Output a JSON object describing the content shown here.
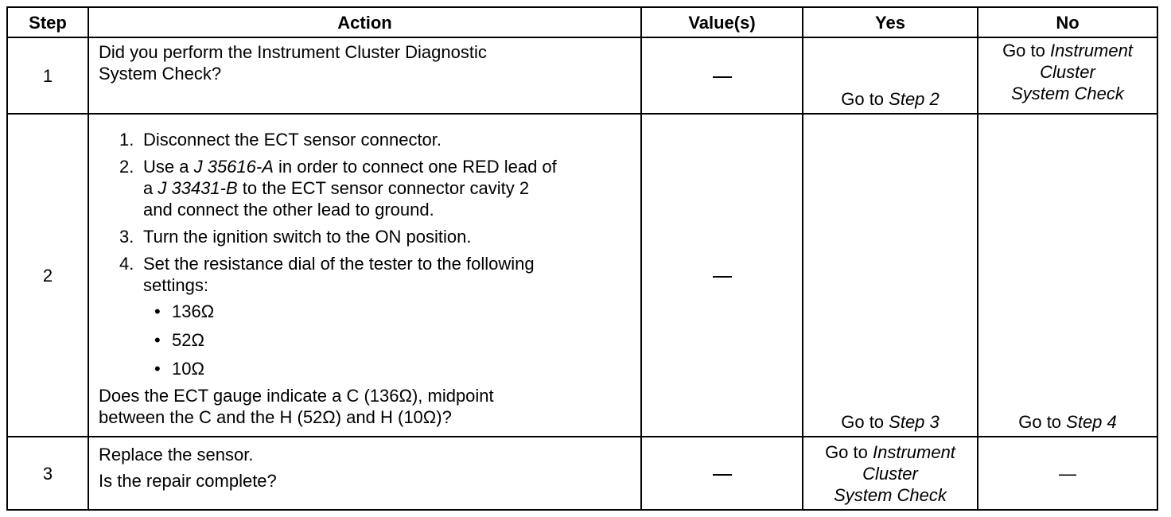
{
  "headers": {
    "step": "Step",
    "action": "Action",
    "values": "Value(s)",
    "yes": "Yes",
    "no": "No"
  },
  "rows": [
    {
      "step": "1",
      "action_line1": "Did you perform the Instrument Cluster Diagnostic",
      "action_line2": "System Check?",
      "value": "—",
      "yes_prefix": "Go to ",
      "yes_link": "Step 2",
      "no_prefix": "Go to ",
      "no_link_line1": "Instrument",
      "no_link_line2": "Cluster",
      "no_link_line3": "System Check"
    },
    {
      "step": "2",
      "substeps": [
        {
          "plain1": "Disconnect the ECT sensor connector."
        },
        {
          "a": "Use a ",
          "tool1": "J 35616-A",
          "b": " in order to connect one RED lead of",
          "c": "a ",
          "tool2": "J 33431-B",
          "d": " to the ECT sensor connector cavity 2",
          "e": "and connect the other lead to ground."
        },
        {
          "plain1": "Turn the ignition switch to the ON position."
        },
        {
          "plain1": "Set the resistance dial of the tester to the following",
          "plain2": "settings:"
        }
      ],
      "settings": [
        "136Ω",
        "52Ω",
        "10Ω"
      ],
      "question_line1": "Does the ECT gauge indicate a C (136Ω), midpoint",
      "question_line2": "between the C and the H (52Ω) and H (10Ω)?",
      "value": "—",
      "yes_prefix": "Go to ",
      "yes_link": "Step 3",
      "no_prefix": "Go to ",
      "no_link": "Step 4"
    },
    {
      "step": "3",
      "action_line1": "Replace the sensor.",
      "action_line2": "Is the repair complete?",
      "value": "—",
      "yes_prefix": "Go to ",
      "yes_link_line1": "Instrument",
      "yes_link_line2": "Cluster",
      "yes_link_line3": "System Check",
      "no": "—"
    }
  ]
}
